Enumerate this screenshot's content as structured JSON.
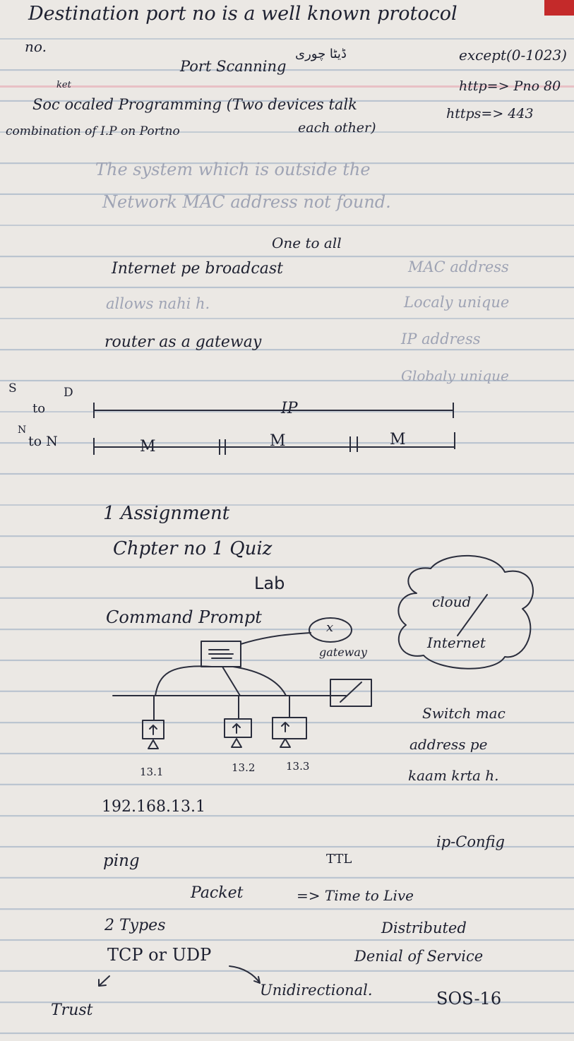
{
  "notes": {
    "line1": "Destination port no is a well known protocol",
    "line1_cont": "no.",
    "except_range": "except(0-1023)",
    "port_scanning": "Port Scanning",
    "urdu_note": "ڈیٹا چوری",
    "http_port": "http=> Pno 80",
    "https_port": "https=> 443",
    "socket_small": "ket",
    "socket_prog": "Soc ocaled Programming (Two devices talk",
    "socket_prog2": "each other)",
    "combination": "combination of I.P on Portno",
    "faint1": "The system which is outside the",
    "faint2": "Network MAC address not found.",
    "one_to_all": "One to all",
    "internet_broadcast": "Internet pe broadcast",
    "allow_nahi": "allows nahi h.",
    "router_gateway": "router as a gateway",
    "mac_address": "MAC address",
    "locally_unique": "Localy unique",
    "ip_address": "IP address",
    "globally_unique": "Globaly unique"
  },
  "segments": {
    "s_label": "S",
    "d_label": "D",
    "s_to_d": "to",
    "ip": "IP",
    "n_label": "N",
    "n_to_n": "to N",
    "m1": "M",
    "m2": "M",
    "m3": "M"
  },
  "tasks": {
    "assignment": "1 Assignment",
    "quiz": "Chpter no 1 Quiz",
    "lab": "Lab",
    "command_prompt": "Command Prompt"
  },
  "diagram": {
    "gateway_x": "x",
    "gateway_label": "gateway",
    "cloud_top": "cloud",
    "cloud_bottom": "Internet",
    "host1": "13.1",
    "host2": "13.2",
    "host3": "13.3",
    "switch_note1": "Switch mac",
    "switch_note2": "address pe",
    "switch_note3": "kaam krta h."
  },
  "bottom": {
    "ip_example": "192.168.13.1",
    "ping": "ping",
    "ttl": "TTL",
    "ip_config": "ip-Config",
    "packet": "Packet",
    "ttl_full": "=> Time to Live",
    "two_types": "2 Types",
    "distributed": "Distributed",
    "tcp_udp": "TCP or UDP",
    "denial": "Denial of Service",
    "trust": "Trust",
    "unidirectional": "Unidirectional.",
    "sos": "SOS-16"
  }
}
